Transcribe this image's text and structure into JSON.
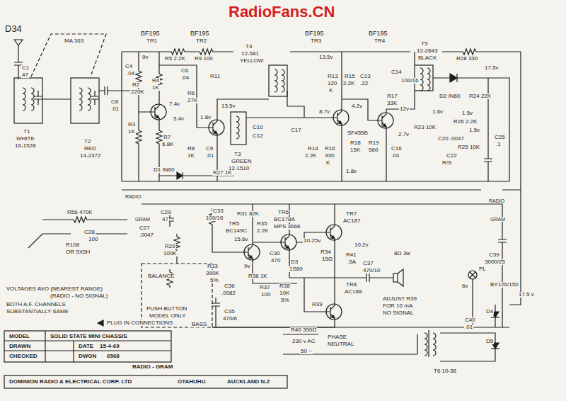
{
  "diagram": {
    "labels": [
      "RadioFans.CN",
      "D34",
      "MA 363",
      "BF195",
      "TR1",
      "BF195",
      "TR2",
      "BF195",
      "TR3",
      "BF195",
      "TR4",
      "T4",
      "12-581",
      "YELLOW",
      "T5",
      "12-2843",
      "BLACK",
      "9v",
      "R5 2.2K",
      "R9 100",
      "13.5v",
      "R28 330",
      "17.5v",
      "C4",
      ".04",
      "R2",
      "220K",
      "R4",
      "1K",
      "C6",
      ".04",
      "R11",
      "C1",
      "47",
      "C8",
      ".01",
      "7.4v",
      "R6",
      "27K",
      "13.5v",
      "5.4v",
      "1.8v",
      "R3",
      "1K",
      "R7",
      "6.8K",
      "R8",
      "1K",
      "C9",
      ".01",
      "C10",
      "C12",
      "C17",
      "T3",
      "GREEN",
      "12-1510",
      "R13",
      "120",
      "K",
      "R15",
      "2.2K",
      "C13",
      ".22",
      "C14",
      "100/16",
      "R17",
      "33K",
      "12v",
      "4.2v",
      "8.7v",
      "SF455B",
      "2.7v",
      "R18",
      "15K",
      "R19",
      "560",
      "C16",
      ".04",
      "R16",
      "330",
      "K",
      "R14",
      "2.2K",
      "1.8v",
      "D2 IN60",
      "R24 22K",
      "1.6v",
      "1.5v",
      "R26 2.2K",
      "1.5v",
      "C20 .0047",
      "R25 10K",
      "R23 10K",
      "C22",
      "R/S",
      "C25",
      ".1",
      "T1",
      "WHITE",
      "16-1528",
      "T2",
      "RED",
      "14-2372",
      "D1 IN60",
      "R27 1K",
      "RADIO",
      "GRAM",
      "RADIO",
      "GRAM",
      "R56 470K",
      "C28",
      "100",
      "C27",
      ".0047",
      "C29",
      "47",
      "R29",
      "100K",
      "C33",
      "100/16",
      "R31 82K",
      "R35",
      "2.2K",
      "TR5",
      "BC149C",
      "15.6v",
      "TR6",
      "BC178A",
      "MPS 3666",
      "TR7",
      "AC187",
      "R33",
      "390K",
      "5%",
      "9v",
      "C30",
      "470",
      "10-25v",
      "R34",
      "15Ω",
      "10.2v",
      "R41",
      ".5A",
      "D3",
      "1S80",
      "R36 1K",
      "C36",
      ".0082",
      "R37",
      "100",
      "R38",
      "10K",
      "5%",
      "C35",
      "470/6",
      "C37",
      "470/10",
      "8Ω 3w",
      "C39",
      "3000/25",
      "17.5 v",
      "PL",
      "6v",
      "BY126/150",
      "D4",
      "C40",
      ".01",
      "D5",
      "T6 10-38",
      "TR8",
      "AC188",
      "R39",
      "ADJUST R39",
      "FOR 10 mA",
      "NO SIGNAL",
      "R40 390Ω",
      "230 v AC",
      "50 ~",
      "PHASE",
      "NEUTRAL",
      "BALANCE",
      "PUSH BUTTON",
      "MODEL ONLY",
      "BASS",
      "R108",
      "OR 5X5H",
      "VOLTAGES AVO (NEAREST RANGE)",
      "(RADIO - NO SIGNAL)",
      "BOTH A.F. CHANNELS",
      "SUBSTANTIALLY SAME",
      "PLUG IN CONNECTIONS",
      "MODEL",
      "SOLID STATE MINI CHASSIS",
      "DRAWN",
      "DATE",
      "15-4-69",
      "CHECKED",
      "DWGN",
      "6568",
      "RADIO - GRAM",
      "DOMINION RADIO & ELECTRICAL CORP. LTD",
      "OTAHUHU",
      "AUCKLAND N.Z"
    ]
  }
}
